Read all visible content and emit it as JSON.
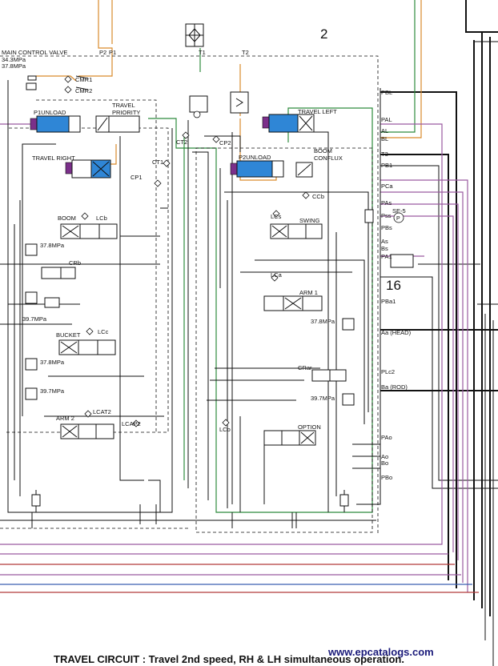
{
  "labels": {
    "main_control_valve": "MAIN CONTROL VALVE",
    "pressure_1": "34.3MPa",
    "pressure_2": "37.8MPa",
    "p2": "P2",
    "p1": "P1",
    "t1": "T1",
    "t2": "T2",
    "ref_2": "2",
    "ref_16": "16",
    "cmr1": "CMR1",
    "cmr2": "CMR2",
    "p1unload": "P1UNLOAD",
    "travel_priority_1": "TRAVEL",
    "travel_priority_2": "PRIORITY",
    "travel_left": "TRAVEL LEFT",
    "travel_right": "TRAVEL RIGHT",
    "ct1": "CT1",
    "ct2": "CT2",
    "cp1": "CP1",
    "cp2": "CP2",
    "p2unload": "P2UNLOAD",
    "boom_conflux_1": "BOOM",
    "boom_conflux_2": "CONFLUX",
    "ccb": "CCb",
    "boom": "BOOM",
    "lcb": "LCb",
    "swing": "SWING",
    "lcs": "LCs",
    "crb": "CRb",
    "lca": "LCa",
    "arm1": "ARM 1",
    "bucket": "BUCKET",
    "lcc": "LCc",
    "crar": "CRar",
    "arm2": "ARM 2",
    "lcat2": "LCAT2",
    "lcap2": "LCAP2",
    "lco": "LCo",
    "option": "OPTION",
    "mpa_378": "37.8MPa",
    "mpa_397": "39.7MPa",
    "pbl": "PBL",
    "pal": "PAL",
    "al": "AL",
    "bl": "BL",
    "t3": "T3",
    "pb1": "PB1",
    "pca": "PCa",
    "pas": "PAs",
    "pss": "Pss",
    "pbs": "PBs",
    "se5": "SE-5",
    "p_circle": "P",
    "as": "As",
    "bs": "Bs",
    "pa1": "PA1",
    "pba1": "PBa1",
    "aa_head": "Aa (HEAD)",
    "plc2": "PLc2",
    "ba_rod": "Ba (ROD)",
    "pao": "PAo",
    "ao": "Ao",
    "bo": "Bo",
    "pbo": "PBo"
  },
  "caption": "TRAVEL CIRCUIT : Travel 2nd speed, RH & LH simultaneous operation.",
  "watermark": "www.epcatalogs.com",
  "colors": {
    "green": "#2e8b3e",
    "orange": "#d98a2b",
    "purple": "#9a5aa0",
    "red": "#b23a3a",
    "blue_line": "#3a5fb0",
    "valve_blue": "#2f86d6",
    "solenoid": "#7b2f8a"
  }
}
